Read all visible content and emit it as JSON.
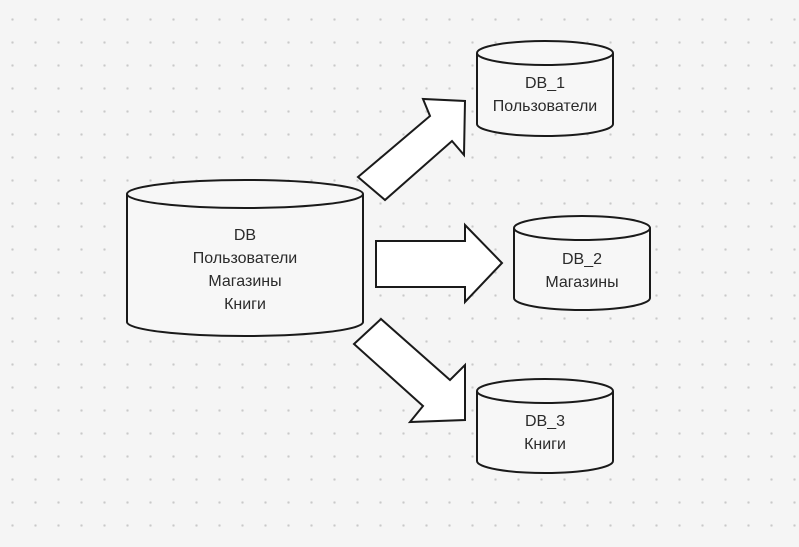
{
  "main_db": {
    "lines": [
      "DB",
      "Пользователи",
      "Магазины",
      "Книги"
    ]
  },
  "shards": [
    {
      "lines": [
        "DB_1",
        "Пользователи"
      ]
    },
    {
      "lines": [
        "DB_2",
        "Магазины"
      ]
    },
    {
      "lines": [
        "DB_3",
        "Книги"
      ]
    }
  ],
  "colors": {
    "background": "#f5f5f5",
    "dots": "#c9c9c9",
    "shape_fill": "#f7f7f7",
    "stroke": "#1a1a1a",
    "text": "#2b2b2b"
  }
}
